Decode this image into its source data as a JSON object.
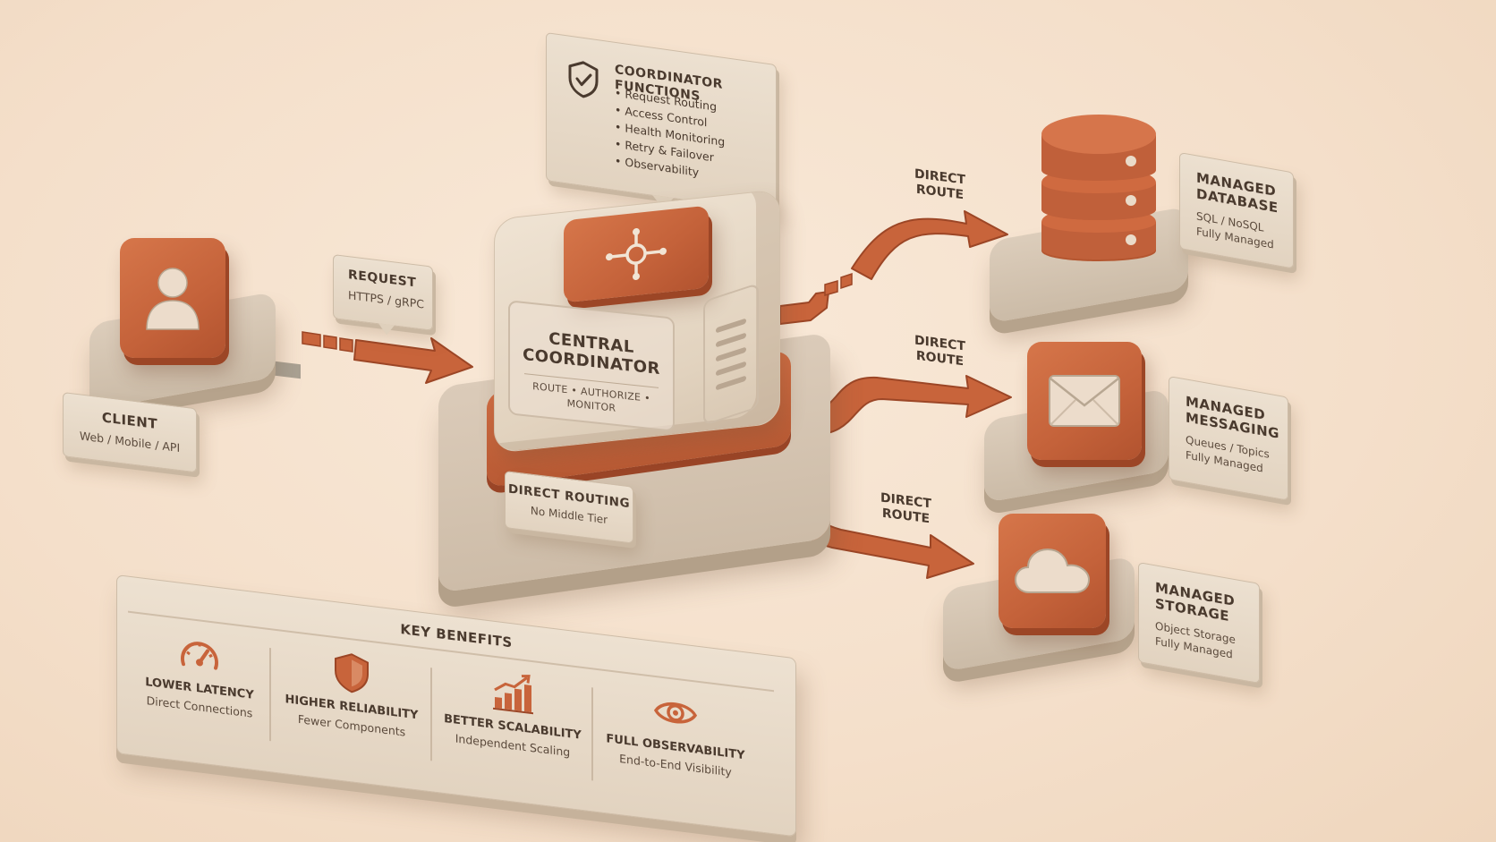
{
  "coordinator_functions": {
    "title": "Coordinator Functions",
    "items": [
      "Request Routing",
      "Access Control",
      "Health Monitoring",
      "Retry & Failover",
      "Observability"
    ],
    "icon": "shield-check-icon"
  },
  "request": {
    "title": "Request",
    "protocol": "HTTPS / gRPC"
  },
  "client": {
    "title": "Client",
    "subtitle": "Web / Mobile / API",
    "icon": "user-icon"
  },
  "coordinator": {
    "title_line1": "Central",
    "title_line2": "Coordinator",
    "tagline": "ROUTE • AUTHORIZE • MONITOR",
    "icon": "hub-icon"
  },
  "direct_routing": {
    "title": "Direct Routing",
    "subtitle": "No Middle Tier"
  },
  "routes": {
    "database": {
      "line1": "DIRECT",
      "line2": "ROUTE"
    },
    "messaging": {
      "line1": "DIRECT",
      "line2": "ROUTE"
    },
    "storage": {
      "line1": "DIRECT",
      "line2": "ROUTE"
    }
  },
  "services": {
    "database": {
      "title_line1": "Managed",
      "title_line2": "Database",
      "sub1": "SQL / NoSQL",
      "sub2": "Fully Managed",
      "icon": "database-icon"
    },
    "messaging": {
      "title_line1": "Managed",
      "title_line2": "Messaging",
      "sub1": "Queues / Topics",
      "sub2": "Fully Managed",
      "icon": "envelope-icon"
    },
    "storage": {
      "title_line1": "Managed",
      "title_line2": "Storage",
      "sub1": "Object Storage",
      "sub2": "Fully Managed",
      "icon": "cloud-icon"
    }
  },
  "benefits": {
    "title": "KEY BENEFITS",
    "items": [
      {
        "title": "Lower Latency",
        "subtitle": "Direct Connections",
        "icon": "speedometer-icon"
      },
      {
        "title": "Higher Reliability",
        "subtitle": "Fewer Components",
        "icon": "shield-icon"
      },
      {
        "title": "Better Scalability",
        "subtitle": "Independent Scaling",
        "icon": "bar-chart-icon"
      },
      {
        "title": "Full Observability",
        "subtitle": "End-to-End Visibility",
        "icon": "eye-icon"
      }
    ]
  },
  "colors": {
    "accent": "#c8643b",
    "accent_dark": "#9c4626",
    "card": "#e6d8c6",
    "base": "#d2c2ae",
    "background": "#f6e3cf",
    "text": "#4a3a2e"
  }
}
